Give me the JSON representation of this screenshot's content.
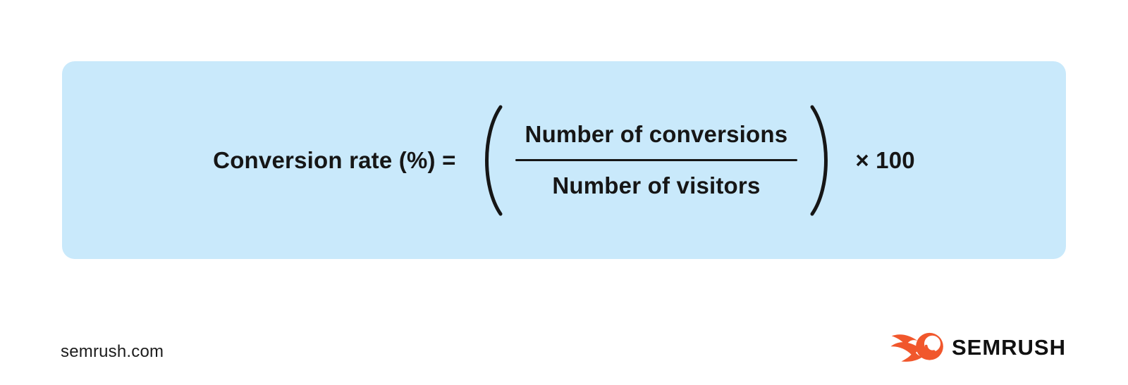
{
  "formula_card": {
    "lhs_label": "Conversion rate (%) =",
    "numerator": "Number of conversions",
    "denominator": "Number of visitors",
    "multiplier": "× 100"
  },
  "footer": {
    "source_url": "semrush.com",
    "brand_wordmark": "SEMRUSH"
  },
  "colors": {
    "card_background": "#c9e9fb",
    "formula_text": "#161616",
    "brand_orange": "#f1572c",
    "footer_text": "#1c1c1c",
    "page_background": "#ffffff"
  }
}
